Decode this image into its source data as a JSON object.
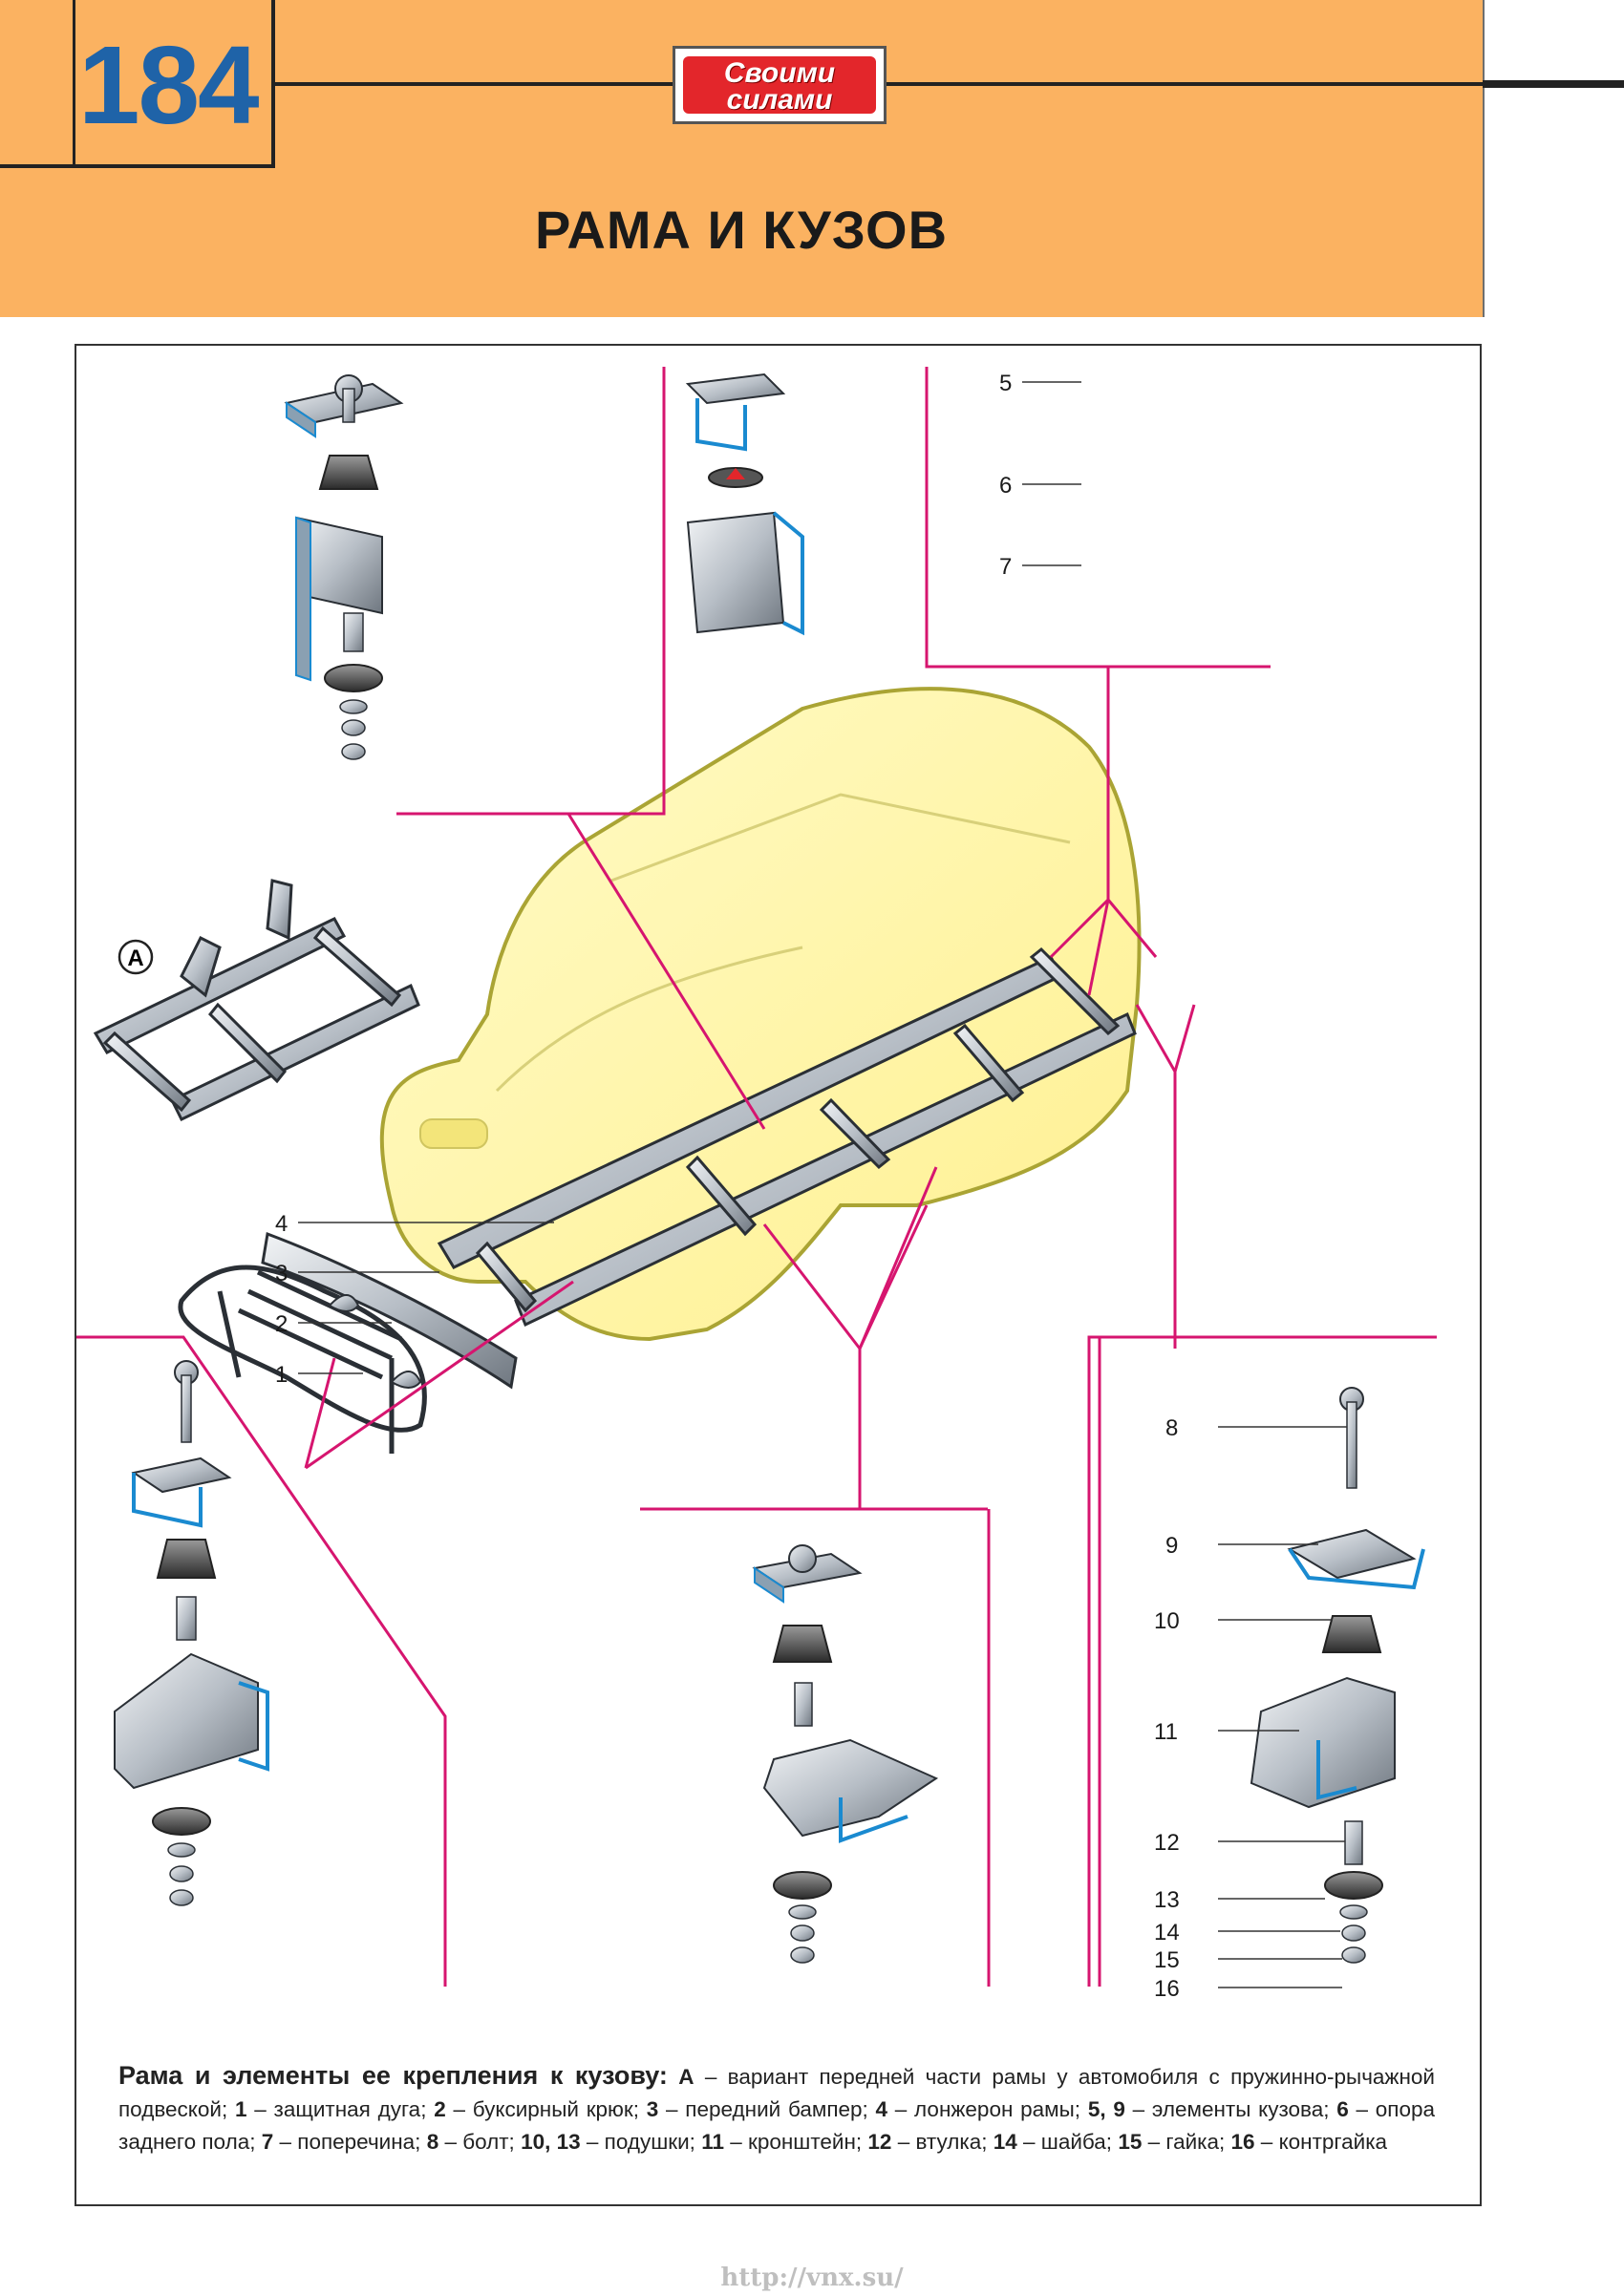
{
  "header": {
    "page_number": "184",
    "logo_text_line1": "Своими",
    "logo_text_line2": "силами",
    "chapter_title": "РАМА И КУЗОВ"
  },
  "figure": {
    "variant_marker": "А",
    "callouts": [
      "1",
      "2",
      "3",
      "4",
      "5",
      "6",
      "7",
      "8",
      "9",
      "10",
      "11",
      "12",
      "13",
      "14",
      "15",
      "16"
    ]
  },
  "caption": {
    "heading": "Рама и элементы ее крепления к кузову:",
    "items": [
      {
        "key": "А",
        "text": " – вариант передней части рамы у автомобиля с пружинно-рычажной подвеской; "
      },
      {
        "key": "1",
        "text": " – защитная дуга; "
      },
      {
        "key": "2",
        "text": " – буксирный крюк; "
      },
      {
        "key": "3",
        "text": " – передний бампер; "
      },
      {
        "key": "4",
        "text": " – лонжерон рамы; "
      },
      {
        "key": "5, 9",
        "text": " – элементы кузова; "
      },
      {
        "key": "6",
        "text": " – опора заднего пола; "
      },
      {
        "key": "7",
        "text": " – поперечина; "
      },
      {
        "key": "8",
        "text": " – болт; "
      },
      {
        "key": "10, 13",
        "text": " – подушки; "
      },
      {
        "key": "11",
        "text": " – кронштейн; "
      },
      {
        "key": "12",
        "text": " – втулка; "
      },
      {
        "key": "14",
        "text": " – шайба; "
      },
      {
        "key": "15",
        "text": " – гайка; "
      },
      {
        "key": "16",
        "text": " – контргайка"
      }
    ]
  },
  "footer": {
    "url": "http://vnx.su/"
  },
  "colors": {
    "header_bg": "#fbb261",
    "page_number": "#1f63a8",
    "leader": "#d6156f",
    "body_fill": "#fff8a8",
    "body_outline": "#a6a02a"
  }
}
